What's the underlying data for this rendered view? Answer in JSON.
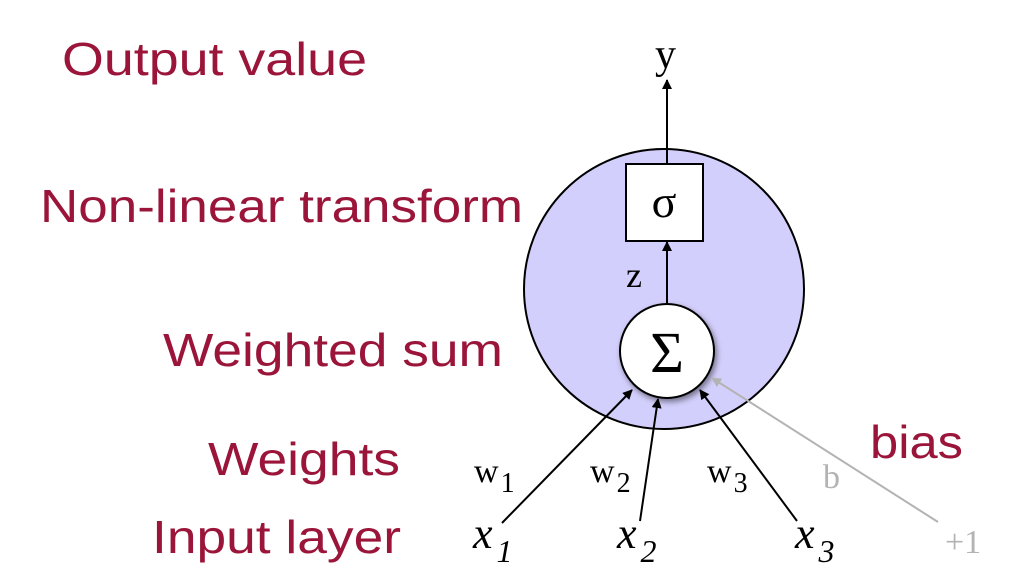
{
  "colors": {
    "label": "#9a1539",
    "neuron_fill": "#d3cffc",
    "bias_gray": "#b3b3b3"
  },
  "labels": {
    "output_value": "Output value",
    "nonlinear": "Non-linear transform",
    "weighted_sum": "Weighted sum",
    "weights": "Weights",
    "input_layer": "Input layer",
    "bias": "bias"
  },
  "math": {
    "y": "y",
    "sigma": "σ",
    "z": "z",
    "sum": "Σ",
    "w": "w",
    "w1_sub": "1",
    "w2_sub": "2",
    "w3_sub": "3",
    "x": "x",
    "x1_sub": "1",
    "x2_sub": "2",
    "x3_sub": "3",
    "b": "b",
    "plus_one": "+1"
  }
}
